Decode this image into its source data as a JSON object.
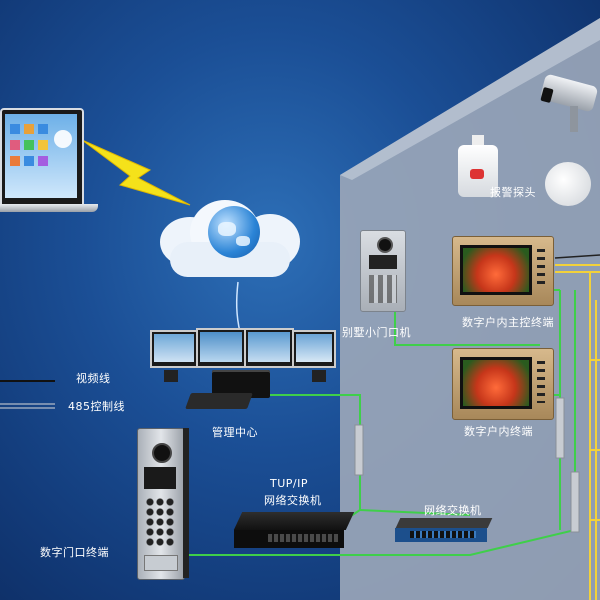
{
  "labels": {
    "villa_door": "别墅小门口机",
    "indoor_master": "数字户内主控终端",
    "indoor_terminal": "数字户内终端",
    "alarm_probe": "报警探头",
    "management_center": "管理中心",
    "tcpip_line1": "TUP/IP",
    "tcpip_line2": "网络交换机",
    "network_switch": "网络交换机",
    "door_terminal": "数字门口终端"
  },
  "legend": {
    "video_line": "视频线",
    "rs485_line": "485控制线"
  },
  "colors": {
    "house": "#9aa6b8",
    "house_edge": "#c9d2de",
    "green_wire": "#3fcf4a",
    "yellow_wire": "#f2d13a",
    "lightning": "#f5e21a"
  }
}
